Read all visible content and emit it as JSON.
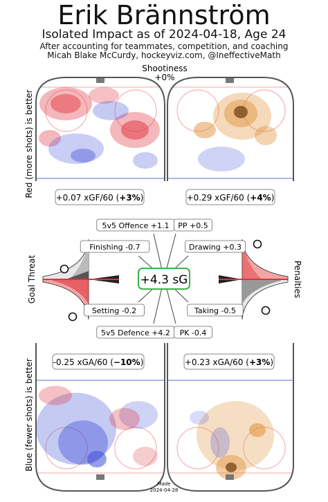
{
  "header": {
    "player_name": "Erik Brännström",
    "subtitle": "Isolated Impact as of 2024-04-18, Age 24",
    "credit_line1": "After accounting for teammates, competition, and coaching",
    "credit_line2": "Micah Blake McCurdy, hockeyviz.com, @IneffectiveMath"
  },
  "side_labels": {
    "offence_axis": "Red (more shots) is better",
    "defence_axis": "Blue (fewer shots) is better",
    "goal_threat": "Goal Threat",
    "penalties": "Penalties"
  },
  "shootiness": {
    "label": "Shootiness",
    "value": "+0%"
  },
  "rink_labels": {
    "off_5v5": {
      "prefix": "+0.07 xGF/60 (",
      "bold": "+3%",
      "suffix": ")"
    },
    "off_pp": {
      "prefix": "+0.29 xGF/60 (",
      "bold": "+4%",
      "suffix": ")"
    },
    "def_5v5": {
      "prefix": "-0.25 xGA/60 (",
      "bold": "−10%",
      "suffix": ")"
    },
    "def_pk": {
      "prefix": "+0.23 xGA/60 (",
      "bold": "+3%",
      "suffix": ")"
    }
  },
  "total": "+4.3 sG",
  "made": {
    "label": "Made",
    "date": "2024-04-28"
  },
  "colors": {
    "positive_red": "#e0323c",
    "negative_blue": "#3f4ed6",
    "pp_orange": "#e0913a",
    "total_box_border": "#3cb44b",
    "rink_line_blue": "#a9b8e8",
    "rink_line_red": "#f2a5a5"
  },
  "chart_data": {
    "type": "radial-breakdown",
    "components": [
      {
        "name": "5v5 Offence",
        "display": "5v5 Offence +1.1",
        "value": 1.1
      },
      {
        "name": "PP",
        "display": "PP +0.5",
        "value": 0.5
      },
      {
        "name": "Finishing",
        "display": "Finishing -0.7",
        "value": -0.7
      },
      {
        "name": "Drawing",
        "display": "Drawing +0.3",
        "value": 0.3
      },
      {
        "name": "Setting",
        "display": "Setting -0.2",
        "value": -0.2
      },
      {
        "name": "Taking",
        "display": "Taking -0.5",
        "value": -0.5
      },
      {
        "name": "5v5 Defence",
        "display": "5v5 Defence +4.2",
        "value": 4.2
      },
      {
        "name": "PK",
        "display": "PK -0.4",
        "value": -0.4
      }
    ],
    "total_sG": 4.3,
    "distributions": [
      {
        "name": "Goal Threat",
        "marker_positions": [
          0.25,
          -0.9
        ]
      },
      {
        "name": "Penalties",
        "marker_positions": [
          0.85,
          -0.75
        ]
      }
    ]
  }
}
